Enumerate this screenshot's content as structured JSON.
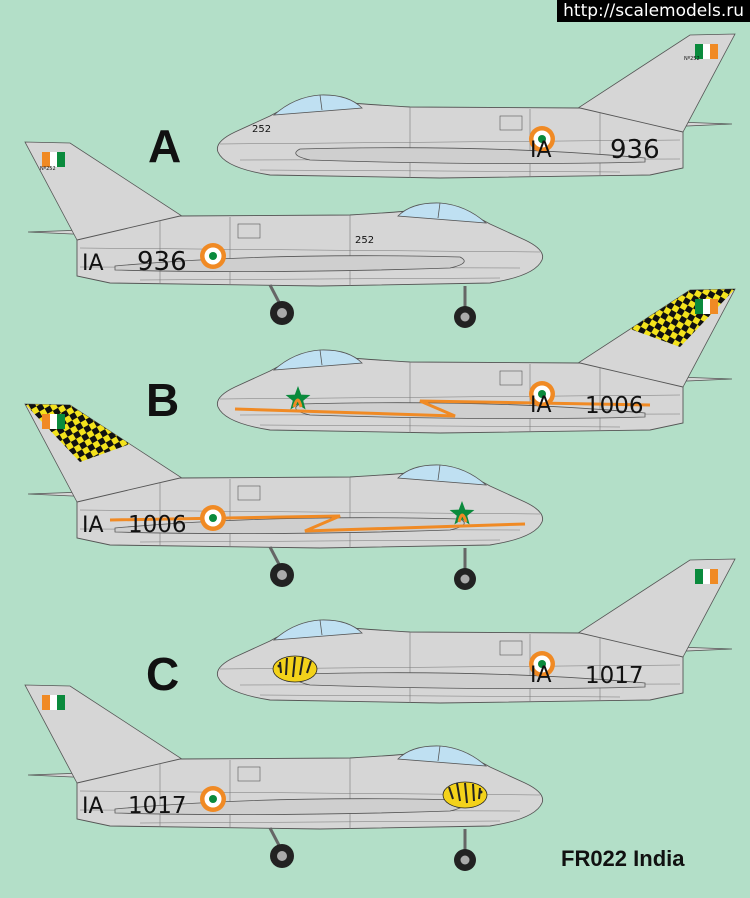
{
  "watermark": "http://scalemodels.ru",
  "caption": "FR022 India",
  "colors": {
    "background": "#b3dfc8",
    "airframe": "#d6d6d6",
    "canopy": "#bfe0f2",
    "saffron": "#f08a24",
    "white": "#ffffff",
    "green": "#0a8a3c",
    "checker_yellow": "#f3e21c",
    "checker_black": "#111111"
  },
  "schemes": [
    {
      "label": "A",
      "code": "IA",
      "serial": "936",
      "fuselage_number": "252",
      "tail_number": "Nº252",
      "markings": "plain"
    },
    {
      "label": "B",
      "code": "IA",
      "serial": "1006",
      "fuselage_number": "",
      "tail_number": "",
      "markings": "checker-tail-star-stripe"
    },
    {
      "label": "C",
      "code": "IA",
      "serial": "1017",
      "fuselage_number": "",
      "tail_number": "",
      "markings": "tiger"
    }
  ]
}
